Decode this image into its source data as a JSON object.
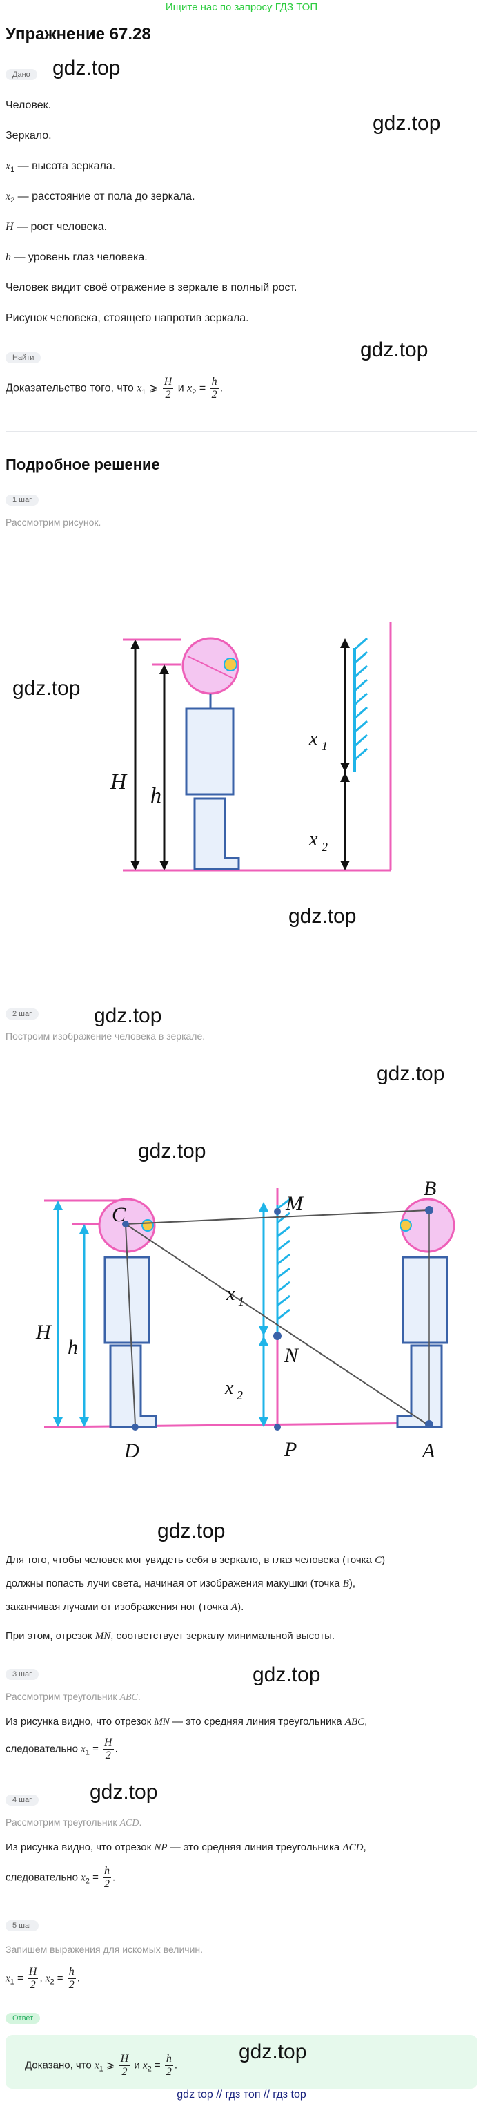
{
  "banner": "Ищите нас по запросу ГДЗ ТОП",
  "title": "Упражнение 67.28",
  "badges": {
    "given": "Дано",
    "find": "Найти",
    "step1": "1 шаг",
    "step2": "2 шаг",
    "step3": "3 шаг",
    "step4": "4 шаг",
    "step5": "5 шаг",
    "answer": "Ответ"
  },
  "given": {
    "l1": "Человек.",
    "l2": "Зеркало.",
    "l3_var": "x",
    "l3_sub": "1",
    "l3_text": " — высота зеркала.",
    "l4_var": "x",
    "l4_sub": "2",
    "l4_text": " — расстояние от пола до зеркала.",
    "l5_var": "H",
    "l5_text": " — рост человека.",
    "l6_var": "h",
    "l6_text": " — уровень глаз человека.",
    "l7": "Человек видит своё отражение в зеркале в полный рост.",
    "l8": "Рисунок человека, стоящего напротив зеркала."
  },
  "find": {
    "prefix": "Доказательство того, что ",
    "and": " и "
  },
  "solution_title": "Подробное решение",
  "steps": {
    "s1": "Рассмотрим рисунок.",
    "s2": "Построим изображение человека в зеркале.",
    "s2_p1a": "Для того, чтобы человек мог увидеть себя в зеркало, в глаз человека (точка ",
    "s2_p1b": ")",
    "s2_p2a": "должны попасть лучи света, начиная от изображения макушки (точка ",
    "s2_p2b": "),",
    "s2_p3a": "заканчивая лучами от изображения ног (точка ",
    "s2_p3b": ").",
    "s2_p4a": "При этом, отрезок ",
    "s2_p4b": ", соответствует зеркалу минимальной высоты.",
    "s3": "Рассмотрим треугольник ",
    "s3_p1a": "Из рисунка видно, что отрезок ",
    "s3_p1b": " — это средняя линия треугольника ",
    "s3_p2": "следовательно ",
    "s4": "Рассмотрим треугольник ",
    "s4_p1a": "Из рисунка видно, что отрезок ",
    "s4_p1b": " — это средняя линия треугольника ",
    "s4_p2": "следовательно ",
    "s5": "Запишем выражения для искомых величин.",
    "answer_prefix": "Доказано, что ",
    "answer_and": " и "
  },
  "math": {
    "C": "C",
    "B": "B",
    "A": "A",
    "MN": "MN",
    "NP": "NP",
    "ABC": "ABC",
    "ACD": "ACD",
    "x": "x",
    "one": "1",
    "two": "2",
    "H": "H",
    "h": "h",
    "M": "M",
    "N": "N",
    "P": "P",
    "D": "D",
    "geq": "⩾",
    "eq": "=",
    "den": "2",
    "dot": ".",
    "comma": ","
  },
  "watermark": "gdz.top",
  "footer": "gdz top  //  гдз топ  //  гдз top",
  "colors": {
    "pink": "#ee5fb8",
    "blue": "#1fb4e8",
    "body": "#e8f0fb",
    "outline": "#3a62a8",
    "green": "#2ecc40"
  }
}
